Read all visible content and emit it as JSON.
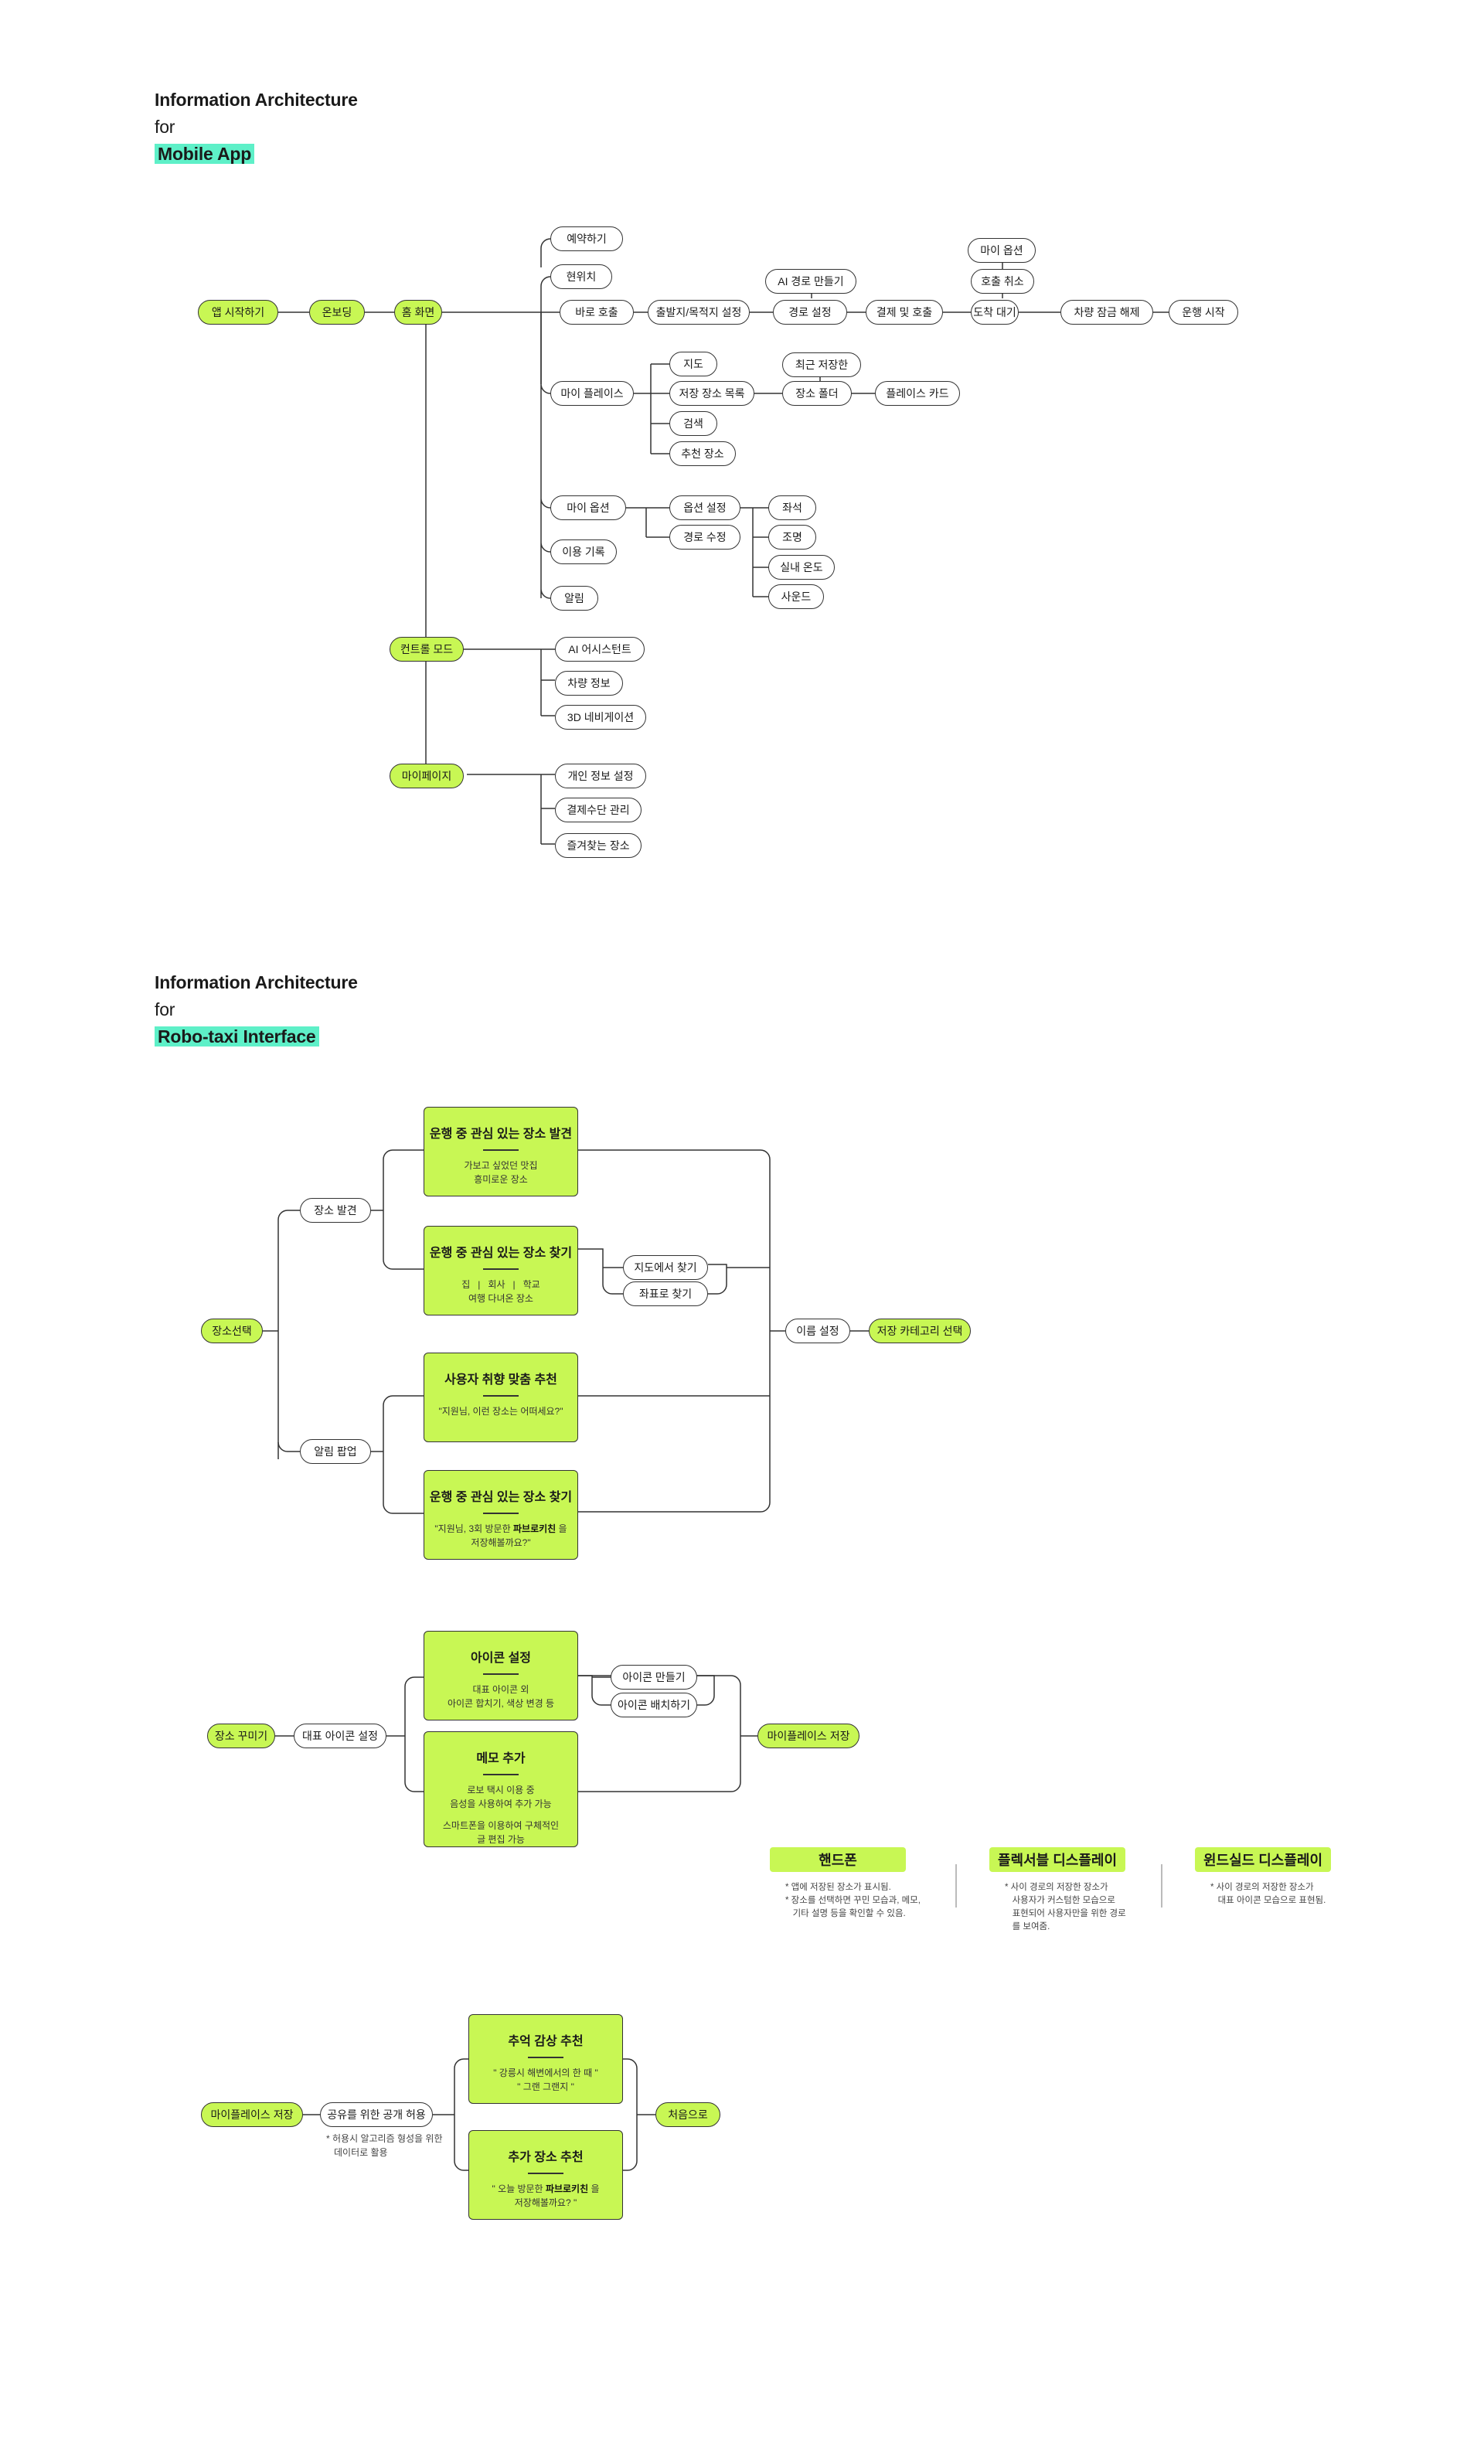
{
  "sections": {
    "mobile": {
      "title1": "Information Architecture",
      "for": "for",
      "title2": "Mobile App"
    },
    "robo": {
      "title1": "Information Architecture",
      "for": "for",
      "title2": "Robo-taxi Interface"
    }
  },
  "mobile_nodes": {
    "app_start": "앱 시작하기",
    "onboarding": "온보딩",
    "home": "홈 화면",
    "reserve": "예약하기",
    "current_loc": "현위치",
    "quick_call": "바로 호출",
    "origin_dest": "출발지/목적지 설정",
    "route_set": "경로 설정",
    "ai_route": "AI 경로 만들기",
    "pay_call": "결제 및 호출",
    "arrive_wait": "도착 대기",
    "my_option_top": "마이 옵션",
    "cancel_call": "호출 취소",
    "unlock": "차량 잠금 해제",
    "start_drive": "운행 시작",
    "my_places": "마이 플레이스",
    "map": "지도",
    "saved_list": "저장 장소 목록",
    "search": "검색",
    "recommend": "추천 장소",
    "recent_saved": "최근 저장한",
    "place_folder": "장소 폴더",
    "place_card": "플레이스 카드",
    "my_option": "마이 옵션",
    "option_set": "옵션 설정",
    "route_edit": "경로 수정",
    "seat": "좌석",
    "light": "조명",
    "temp": "실내 온도",
    "sound": "사운드",
    "history": "이용 기록",
    "alarm": "알림",
    "control_mode": "컨트롤 모드",
    "ai_assist": "AI 어시스턴트",
    "car_info": "차량 정보",
    "nav3d": "3D 네비게이션",
    "mypage": "마이페이지",
    "personal": "개인 정보 설정",
    "payment": "결제수단 관리",
    "favorites": "즐겨찾는 장소"
  },
  "robo1": {
    "select": "장소선택",
    "discover": "장소 발견",
    "popup": "알림 팝업",
    "card1": {
      "title": "운행 중 관심 있는 장소 발견",
      "lines": [
        "가보고 싶었던 맛집",
        "흥미로운 장소"
      ]
    },
    "card2": {
      "title": "운행 중 관심 있는 장소 찾기",
      "lines": [
        "집   |   회사   |   학교",
        "여행 다녀온 장소"
      ]
    },
    "card3": {
      "title": "사용자 취향 맞춤 추천",
      "lines": [
        "\"지원님, 이런 장소는 어떠세요?\""
      ]
    },
    "card4": {
      "title": "운행 중 관심 있는 장소 찾기",
      "line1_a": "\"지원님, 3회 방문한 ",
      "line1_b": "파브로키친",
      "line1_c": " 을",
      "line2": "저장해볼까요?\""
    },
    "find_map": "지도에서 찾기",
    "find_coord": "좌표로 찾기",
    "name_set": "이름 설정",
    "category": "저장 카테고리 선택"
  },
  "robo2": {
    "decorate": "장소 꾸미기",
    "rep_icon": "대표 아이콘 설정",
    "card_icon": {
      "title": "아이콘 설정",
      "lines": [
        "대표 아이콘 외",
        "아이콘 합치기, 색상 변경 등"
      ]
    },
    "card_memo": {
      "title": "메모 추가",
      "lines": [
        "로보 택시 이용 중",
        "음성을 사용하여 추가 가능",
        "",
        "스마트폰을 이용하여 구체적인",
        "글 편집 가능"
      ]
    },
    "make_icon": "아이콘 만들기",
    "place_icon": "아이콘 배치하기",
    "save": "마이플레이스 저장"
  },
  "legend": [
    {
      "tag": "핸드폰",
      "lines": [
        "* 앱에 저장된 장소가 표시됨.",
        "* 장소를 선택하면 꾸민 모습과, 메모,",
        "   기타 설명 등을 확인할 수 있음."
      ]
    },
    {
      "tag": "플렉서블 디스플레이",
      "lines": [
        "* 사이 경로의 저장한 장소가",
        "   사용자가 커스텀한 모습으로",
        "   표현되어 사용자만을 위한 경로",
        "   를 보여줌."
      ]
    },
    {
      "tag": "윈드실드 디스플레이",
      "lines": [
        "* 사이 경로의 저장한 장소가",
        "   대표 아이콘 모습으로 표현됨."
      ]
    }
  ],
  "robo3": {
    "save": "마이플레이스 저장",
    "share": "공유를 위한 공개 허용",
    "note_lines": [
      "* 허용시 알고리즘 형성을 위한",
      "   데이터로 활용"
    ],
    "card_memory": {
      "title": "추억 감상 추천",
      "lines": [
        "\" 강릉시 해변에서의 한 때 \"",
        "\" 그랜 그랜지 \""
      ]
    },
    "card_more": {
      "title": "추가 장소 추천",
      "line1_a": "\" 오늘 방문한 ",
      "line1_b": "파브로키친",
      "line1_c": " 을",
      "line2": "저장해볼까요? \""
    },
    "restart": "처음으로"
  },
  "colors": {
    "green": "#c8f754",
    "mint": "#5ef0c8",
    "stroke": "#333333"
  }
}
